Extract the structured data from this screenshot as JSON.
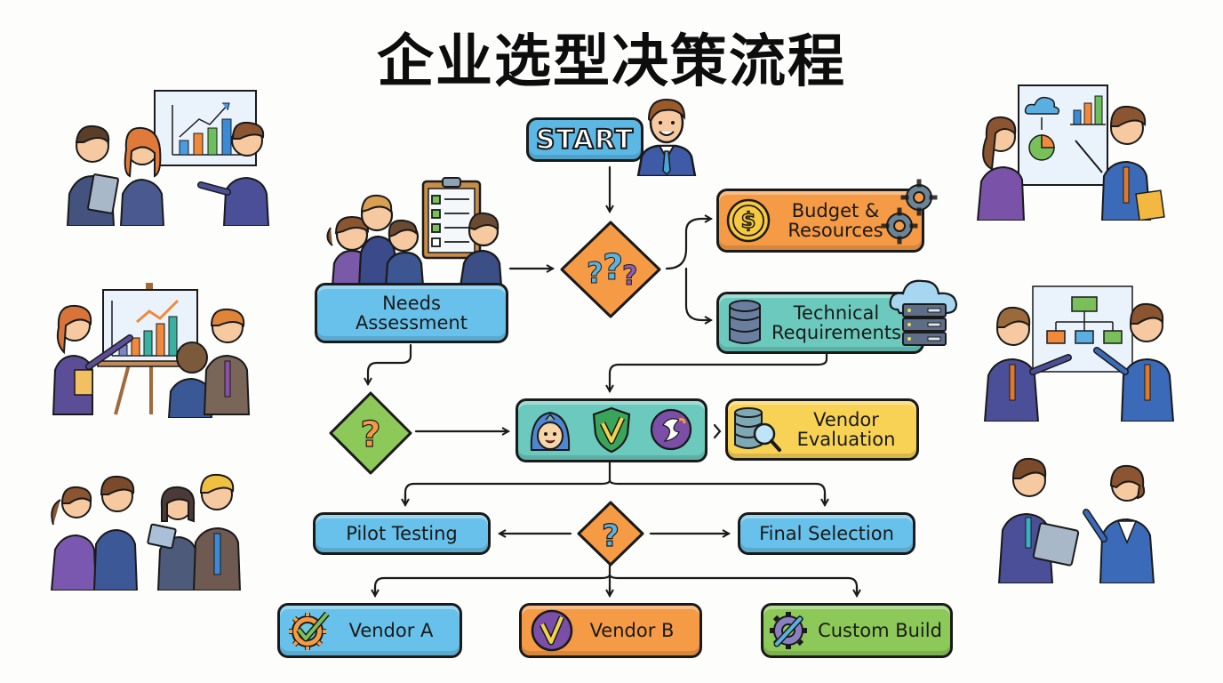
{
  "title": "企业选型决策流程",
  "start": {
    "label": "START"
  },
  "nodes": {
    "needs_assessment": {
      "line1": "Needs",
      "line2": "Assessment"
    },
    "budget": {
      "line1": "Budget &",
      "line2": "Resources"
    },
    "technical": {
      "line1": "Technical",
      "line2": "Requirements"
    },
    "vendor_evaluation": {
      "line1": "Vendor",
      "line2": "Evaluation"
    },
    "pilot_testing": {
      "label": "Pilot Testing"
    },
    "final_selection": {
      "label": "Final Selection"
    },
    "vendor_a": {
      "label": "Vendor A"
    },
    "vendor_b": {
      "label": "Vendor B"
    },
    "custom_build": {
      "label": "Custom Build"
    }
  },
  "decisions": {
    "main": {
      "symbol": "???"
    },
    "left": {
      "symbol": "?"
    },
    "bottom": {
      "symbol": "?"
    }
  },
  "colors": {
    "blue": "#68c1ea",
    "orange": "#f59a45",
    "teal": "#6cc9bd",
    "yellow": "#f7d254",
    "green": "#8cc959",
    "outline": "#1a1a1a"
  }
}
